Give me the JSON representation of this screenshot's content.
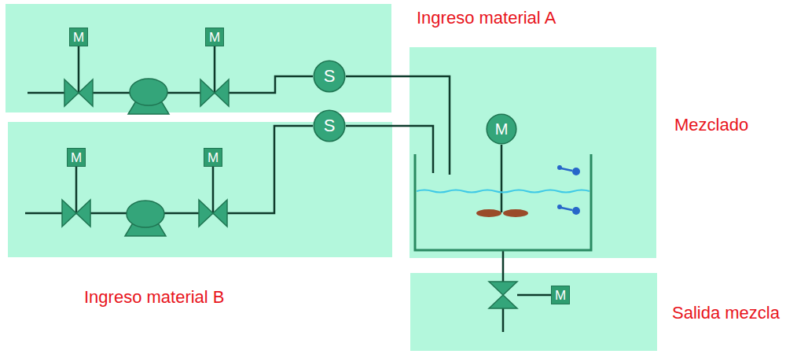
{
  "diagram": {
    "nodes": [
      {
        "text": [
          "Ingreso material A"
        ]
      },
      {
        "text": [
          "M"
        ],
        "in": 0
      },
      {
        "text": [
          "M"
        ],
        "in": 0
      },
      {
        "text": [
          "S"
        ],
        "in": 0
      },
      {
        "text": [
          "Ingreso material B"
        ]
      },
      {
        "text": [
          "M"
        ],
        "in": 4
      },
      {
        "text": [
          "M"
        ],
        "in": 4
      },
      {
        "text": [
          "S"
        ],
        "in": 4
      },
      {
        "text": [
          "Mezclado"
        ]
      },
      {
        "text": [
          "M"
        ],
        "in": 8
      },
      {
        "text": [
          "Salida mezcla"
        ]
      },
      {
        "text": [
          "M"
        ],
        "in": 10
      }
    ],
    "edges": [
      {
        "from": 3,
        "to": 8,
        "arrow": "none"
      },
      {
        "from": 7,
        "to": 8,
        "arrow": "none"
      },
      {
        "from": 8,
        "to": 10,
        "arrow": "none"
      }
    ]
  }
}
